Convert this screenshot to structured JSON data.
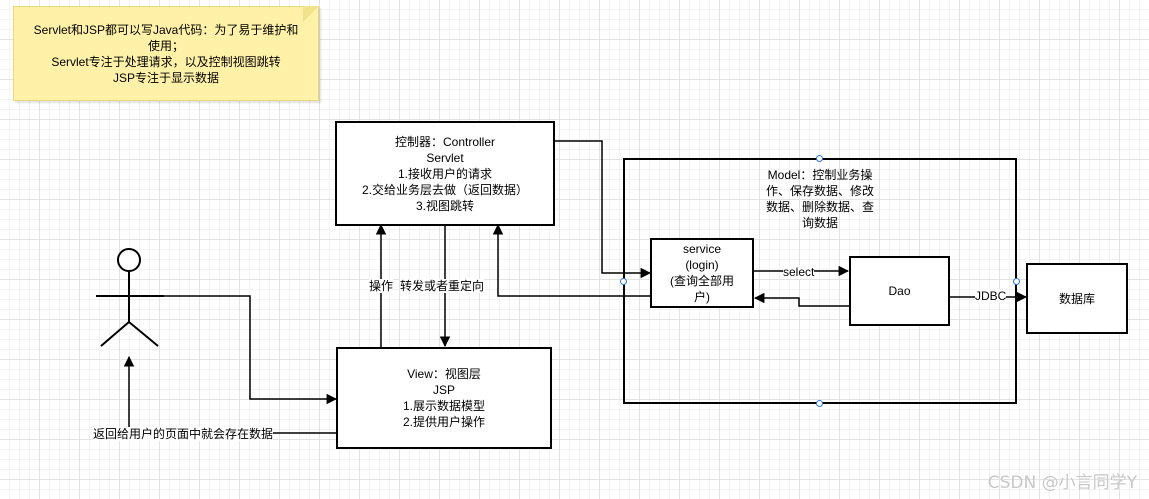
{
  "note": {
    "lines": [
      "Servlet和JSP都可以写Java代码：为了易于维护和",
      "使用；",
      "Servlet专注于处理请求，以及控制视图跳转",
      "JSP专注于显示数据"
    ]
  },
  "controller": {
    "lines": [
      "控制器：Controller",
      "Servlet",
      "1.接收用户的请求",
      "2.交给业务层去做（返回数据）",
      "3.视图跳转"
    ]
  },
  "view": {
    "lines": [
      "View：视图层",
      "JSP",
      "1.展示数据模型",
      "2.提供用户操作"
    ]
  },
  "model": {
    "lines": [
      "Model：控制业务操",
      "作、保存数据、修改",
      "数据、删除数据、查",
      "询数据"
    ]
  },
  "service": {
    "lines": [
      "service",
      "(login)",
      "(查询全部用",
      "户)"
    ]
  },
  "dao": {
    "label": "Dao"
  },
  "database": {
    "label": "数据库"
  },
  "edges": {
    "operate": "操作",
    "forward": "转发或者重定向",
    "select": "select",
    "jdbc": "JDBC",
    "return_to_user": "返回给用户的页面中就会存在数据"
  },
  "watermark": "CSDN @小言同学Y"
}
